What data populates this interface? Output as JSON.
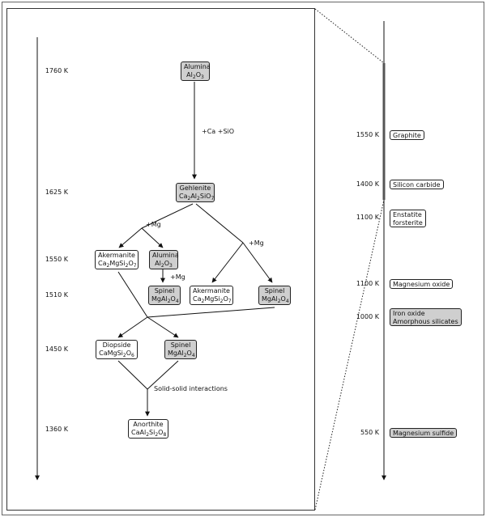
{
  "left_panel": {
    "temperatures": [
      "1760 K",
      "1625 K",
      "1550 K",
      "1510 K",
      "1450 K",
      "1360 K"
    ],
    "annotations": {
      "ca_sio": "+Ca +SiO",
      "mg_left": "+Mg",
      "mg_right": "+Mg",
      "mg_mid": "+Mg",
      "solid_solid": "Solid-solid interactions"
    },
    "nodes": {
      "alumina_top": {
        "name": "Alumina",
        "formula": "Al2O3"
      },
      "gehlenite": {
        "name": "Gehlenite",
        "formula": "Ca2Al2SiO7"
      },
      "akermanite_left": {
        "name": "Akermanite",
        "formula": "Ca2MgSi2O7"
      },
      "alumina_mid": {
        "name": "Alumina",
        "formula": "Al2O3"
      },
      "spinel_left": {
        "name": "Spinel",
        "formula": "MgAl2O4"
      },
      "akermanite_right": {
        "name": "Akermanite",
        "formula": "Ca2MgSi2O7"
      },
      "spinel_right": {
        "name": "Spinel",
        "formula": "MgAl2O4"
      },
      "diopside": {
        "name": "Diopside",
        "formula": "CaMgSi2O6"
      },
      "spinel_low": {
        "name": "Spinel",
        "formula": "MgAl2O4"
      },
      "anorthite": {
        "name": "Anorthite",
        "formula": "CaAl2Si2O8"
      }
    }
  },
  "right_panel": {
    "entries": [
      {
        "temp": "1550 K",
        "lines": [
          "Graphite"
        ],
        "shaded": false
      },
      {
        "temp": "1400 K",
        "lines": [
          "Silicon carbide"
        ],
        "shaded": false
      },
      {
        "temp": "1100 K",
        "lines": [
          "Enstatite",
          "forsterite"
        ],
        "shaded": false
      },
      {
        "temp": "1100 K",
        "lines": [
          "Magnesium oxide"
        ],
        "shaded": false
      },
      {
        "temp": "1000 K",
        "lines": [
          "Iron oxide",
          "Amorphous silicates"
        ],
        "shaded": true
      },
      {
        "temp": "550 K",
        "lines": [
          "Magnesium sulfide"
        ],
        "shaded": true
      }
    ]
  },
  "colors": {
    "line": "#111111",
    "shaded_box": "#cfcfcf",
    "panel_border": "#333333"
  }
}
